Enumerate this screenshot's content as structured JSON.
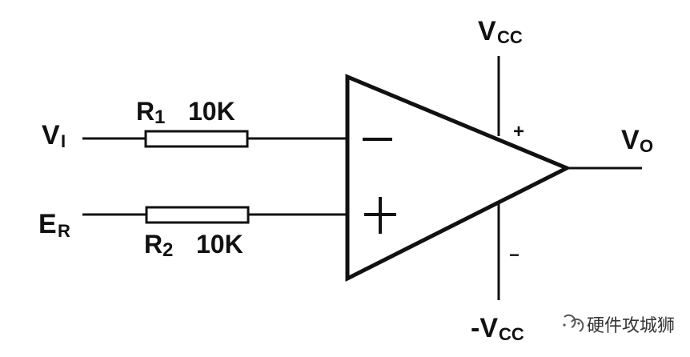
{
  "diagram": {
    "labels": {
      "vi": {
        "main": "V",
        "sub": "I"
      },
      "er": {
        "main": "E",
        "sub": "R"
      },
      "r1": {
        "name": "R",
        "index": "1",
        "value": "10K"
      },
      "r2": {
        "name": "R",
        "index": "2",
        "value": "10K"
      },
      "vcc_top": {
        "main": "V",
        "sub": "CC"
      },
      "vcc_bottom": {
        "main": "-V",
        "sub": "CC"
      },
      "vo": {
        "main": "V",
        "sub": "O"
      },
      "supply_plus": "+",
      "supply_minus": "−"
    },
    "watermark": {
      "text": "硬件攻城狮",
      "icon": "wechat-official-account-icon"
    },
    "colors": {
      "line": "#111111",
      "background": "#ffffff",
      "watermark": "#333333"
    }
  }
}
